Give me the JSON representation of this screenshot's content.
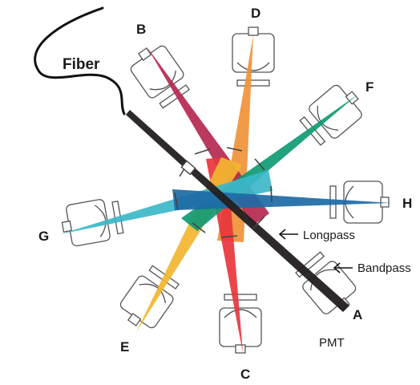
{
  "labels": {
    "fiber": "Fiber",
    "a": "A",
    "b": "B",
    "c": "C",
    "d": "D",
    "e": "E",
    "f": "F",
    "g": "G",
    "h": "H",
    "longpass": "Longpass",
    "bandpass": "Bandpass",
    "pmt": "PMT"
  },
  "colors": {
    "a": "#231f20",
    "b": "#b5284f",
    "c": "#e8353c",
    "d": "#f0923a",
    "e": "#f2b630",
    "f": "#0f9a73",
    "g": "#3cb7c9",
    "h": "#1d6aa6",
    "fiber": "#111111"
  }
}
